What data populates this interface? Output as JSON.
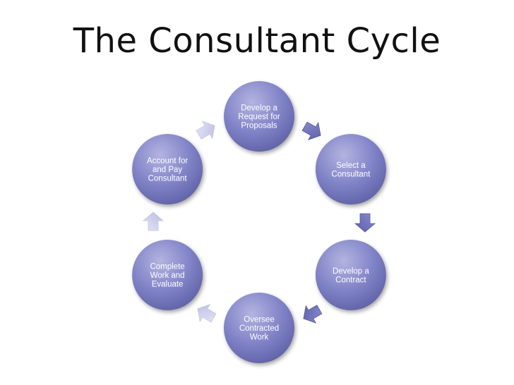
{
  "title": "The Consultant Cycle",
  "colors": {
    "node_light": "#a7a8d9",
    "node_mid": "#7d7fc4",
    "node_dark": "#5d5fa3",
    "arrow_light": "#d6d7ee",
    "arrow_dark": "#7072bb"
  },
  "nodes": [
    {
      "id": "develop-rfp",
      "lines": [
        "Develop a",
        "Request for",
        "Proposals"
      ]
    },
    {
      "id": "select-consultant",
      "lines": [
        "Select a",
        "Consultant"
      ]
    },
    {
      "id": "develop-contract",
      "lines": [
        "Develop a",
        "Contract"
      ]
    },
    {
      "id": "oversee-work",
      "lines": [
        "Oversee",
        "Contracted",
        "Work"
      ]
    },
    {
      "id": "complete-evaluate",
      "lines": [
        "Complete",
        "Work and",
        "Evaluate"
      ]
    },
    {
      "id": "account-pay",
      "lines": [
        "Account for",
        "and Pay",
        "Consultant"
      ]
    }
  ]
}
